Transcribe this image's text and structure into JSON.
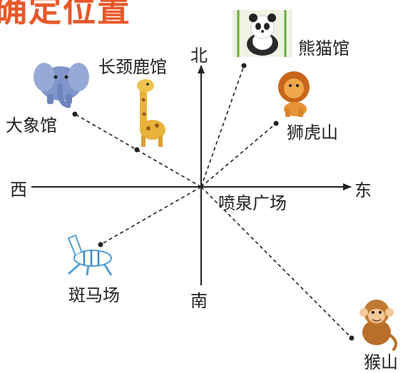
{
  "title": "确定位置",
  "center": "喷泉广场",
  "directions": {
    "north": "北",
    "south": "南",
    "east": "东",
    "west": "西"
  },
  "places": {
    "panda": "熊猫馆",
    "lion": "狮虎山",
    "giraffe": "长颈鹿馆",
    "elephant": "大象馆",
    "zebra": "斑马场",
    "monkey": "猴山"
  },
  "icons": [
    "elephant-icon",
    "giraffe-icon",
    "panda-icon",
    "lion-icon",
    "zebra-icon",
    "monkey-icon"
  ],
  "colors": {
    "title": "#e8582a",
    "lines": "#222222"
  }
}
